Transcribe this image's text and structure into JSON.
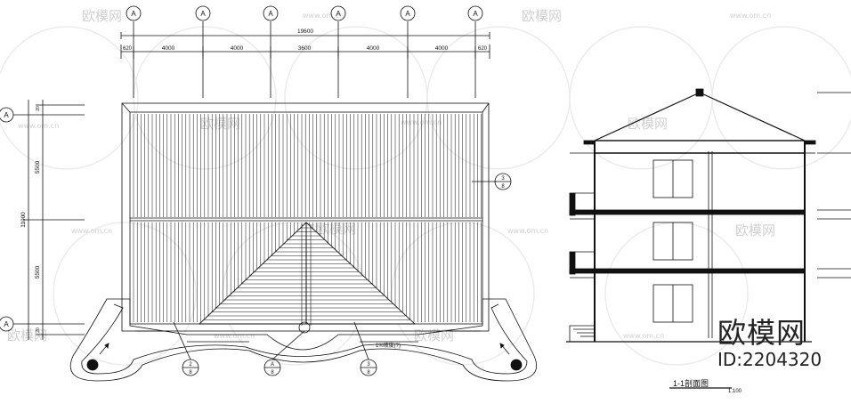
{
  "plan": {
    "axis_tag": "A",
    "overall_dimension": "19600",
    "bay_dimensions": [
      "620",
      "4000",
      "4000",
      "3600",
      "4000",
      "4000",
      "620"
    ],
    "vertical_overall": "11000",
    "vertical_dimensions": [
      "5500",
      "5500"
    ],
    "vertical_edge_small": "20",
    "detail_callouts": [
      {
        "num": "3",
        "den": "8"
      },
      {
        "num": "2",
        "den": "8"
      },
      {
        "num": "A",
        "den": "8"
      },
      {
        "num": "3",
        "den": "8"
      }
    ],
    "slope_note": "1%坡度(?)"
  },
  "section": {
    "title": "1-1剖面图",
    "scale": "1:100"
  },
  "watermark": {
    "brand": "欧模网",
    "url": "www.om.cn",
    "id_label": "ID:2204320"
  }
}
